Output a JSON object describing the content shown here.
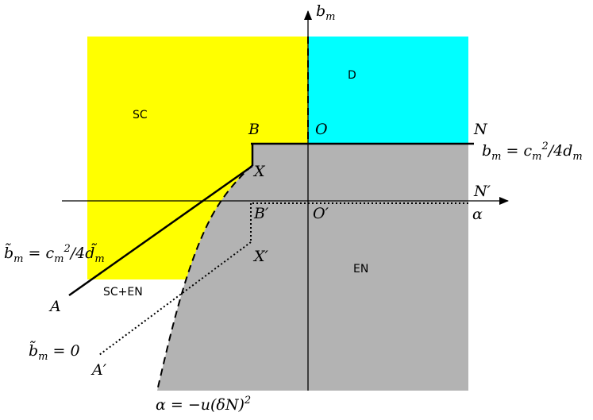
{
  "regions": {
    "sc": "SC",
    "d": "D",
    "en": "EN",
    "sc_en": "SC+EN"
  },
  "points": {
    "B": "B",
    "O": "O",
    "N": "N",
    "X": "X",
    "B_prime": "B′",
    "O_prime": "O′",
    "N_prime": "N′",
    "X_prime": "X′",
    "A": "A",
    "A_prime": "A′"
  },
  "axes": {
    "vertical": "b_m",
    "horizontal": "α"
  },
  "equations": {
    "line_BN": "b_m = c_m^2/4d_m",
    "line_AX": "b̃_m = c_m^2/4d̃_m",
    "line_A_prime": "b̃_m = 0",
    "curve": "α = −u(δN)^2"
  },
  "colors": {
    "sc": "#ffff00",
    "d": "#00ffff",
    "en": "#b3b3b3"
  }
}
